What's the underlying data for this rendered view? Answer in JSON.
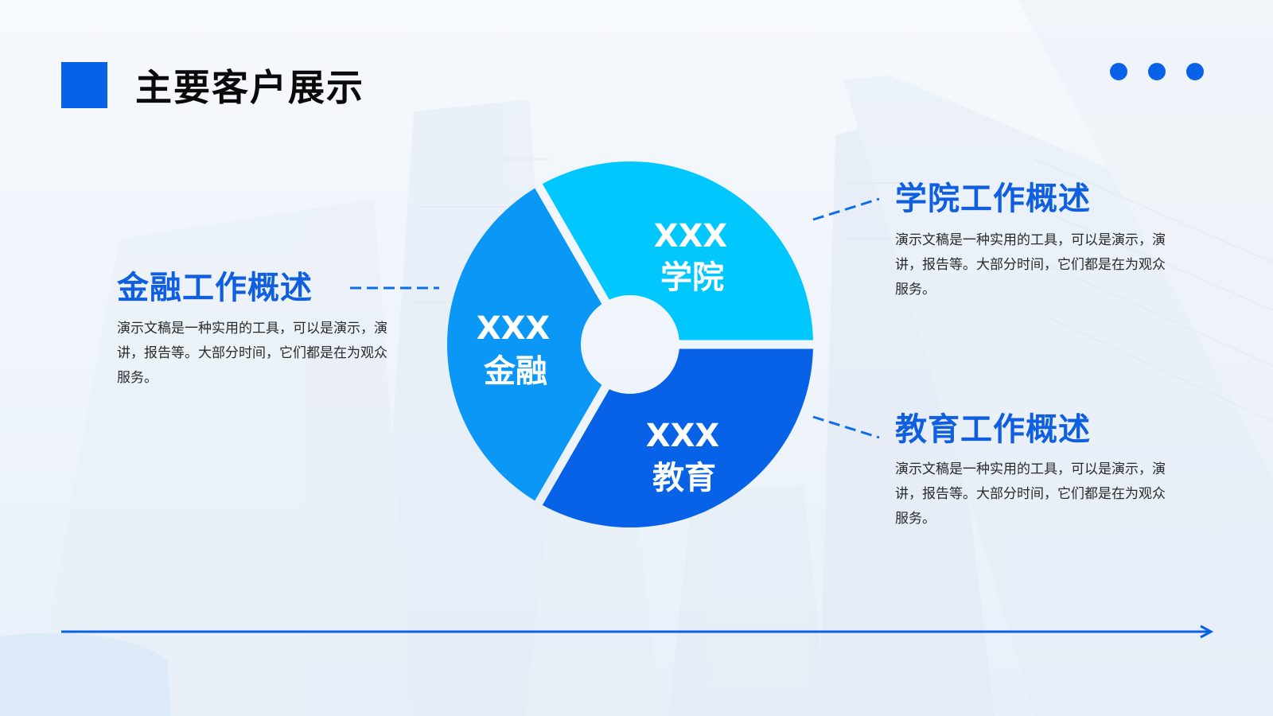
{
  "page": {
    "title": "主要客户展示"
  },
  "colors": {
    "primary": "#0762e8",
    "light": "#00c8ff",
    "mid": "#0a97f5",
    "dark": "#0762e8",
    "heading_blue": "#0f5fe0"
  },
  "segments": [
    {
      "code": "XXX",
      "name": "学院",
      "color": "#00c8ff"
    },
    {
      "code": "XXX",
      "name": "金融",
      "color": "#0a97f5"
    },
    {
      "code": "XXX",
      "name": "教育",
      "color": "#0762e8"
    }
  ],
  "items": {
    "finance": {
      "heading": "金融工作概述",
      "desc": "演示文稿是一种实用的工具，可以是演示，演讲，报告等。大部分时间，它们都是在为观众服务。"
    },
    "college": {
      "heading": "学院工作概述",
      "desc": "演示文稿是一种实用的工具，可以是演示，演讲，报告等。大部分时间，它们都是在为观众服务。"
    },
    "education": {
      "heading": "教育工作概述",
      "desc": "演示文稿是一种实用的工具，可以是演示，演讲，报告等。大部分时间，它们都是在为观众服务。"
    }
  },
  "icons": {
    "dots": [
      "dot-icon",
      "dot-icon",
      "dot-icon"
    ],
    "arrow": "arrow-right-icon"
  }
}
